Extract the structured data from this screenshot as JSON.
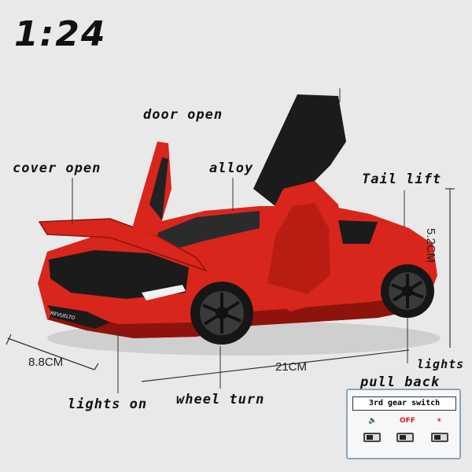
{
  "scale": "1:24",
  "labels": {
    "door_open": "door open",
    "cover_open": "cover open",
    "alloy": "alloy",
    "tail_lift": "Tail lift",
    "lights": "lights",
    "pull_back": "pull back",
    "lights_on": "lights on",
    "wheel_turn": "wheel turn"
  },
  "dimensions": {
    "height": "5.2CM",
    "width": "8.8CM",
    "length": "21CM"
  },
  "plate": "REVUELTO",
  "switch": {
    "title": "3rd gear switch",
    "off_label": "OFF"
  },
  "colors": {
    "body": "#d8261c",
    "body_dark": "#8e130d",
    "trim": "#1b1b1b",
    "background": "#e9e9e9"
  }
}
